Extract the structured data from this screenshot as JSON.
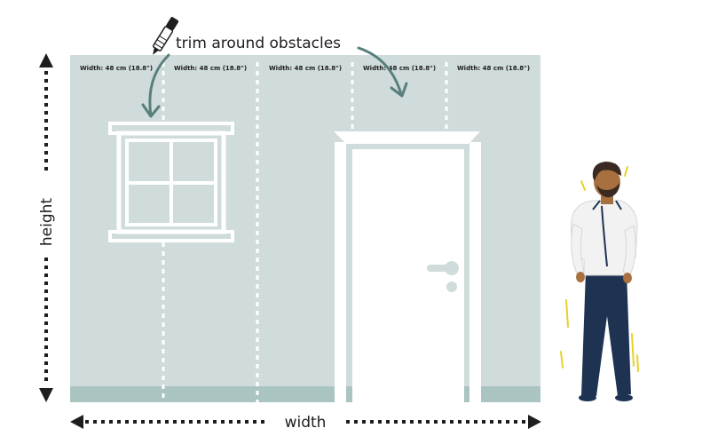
{
  "callout": {
    "text": "trim around obstacles",
    "icon": "utility-knife-icon"
  },
  "panels": [
    {
      "label": "Width: 48 cm (18.8\")"
    },
    {
      "label": "Width: 48 cm (18.8\")"
    },
    {
      "label": "Width: 48 cm (18.8\")"
    },
    {
      "label": "Width: 48 cm (18.8\")"
    },
    {
      "label": "Width: 48 cm (18.8\")"
    }
  ],
  "axes": {
    "height_label": "height",
    "width_label": "width"
  },
  "colors": {
    "wall": "#cfdcdb",
    "baseboard": "#a9c4c1",
    "arrow": "#587f7c",
    "frame": "#ffffff",
    "ink": "#1e1e1e",
    "shirt": "#f2f2f2",
    "trousers": "#1e3352",
    "skin": "#a9703f",
    "hair": "#3a2a22",
    "accent": "#e8d12a"
  }
}
